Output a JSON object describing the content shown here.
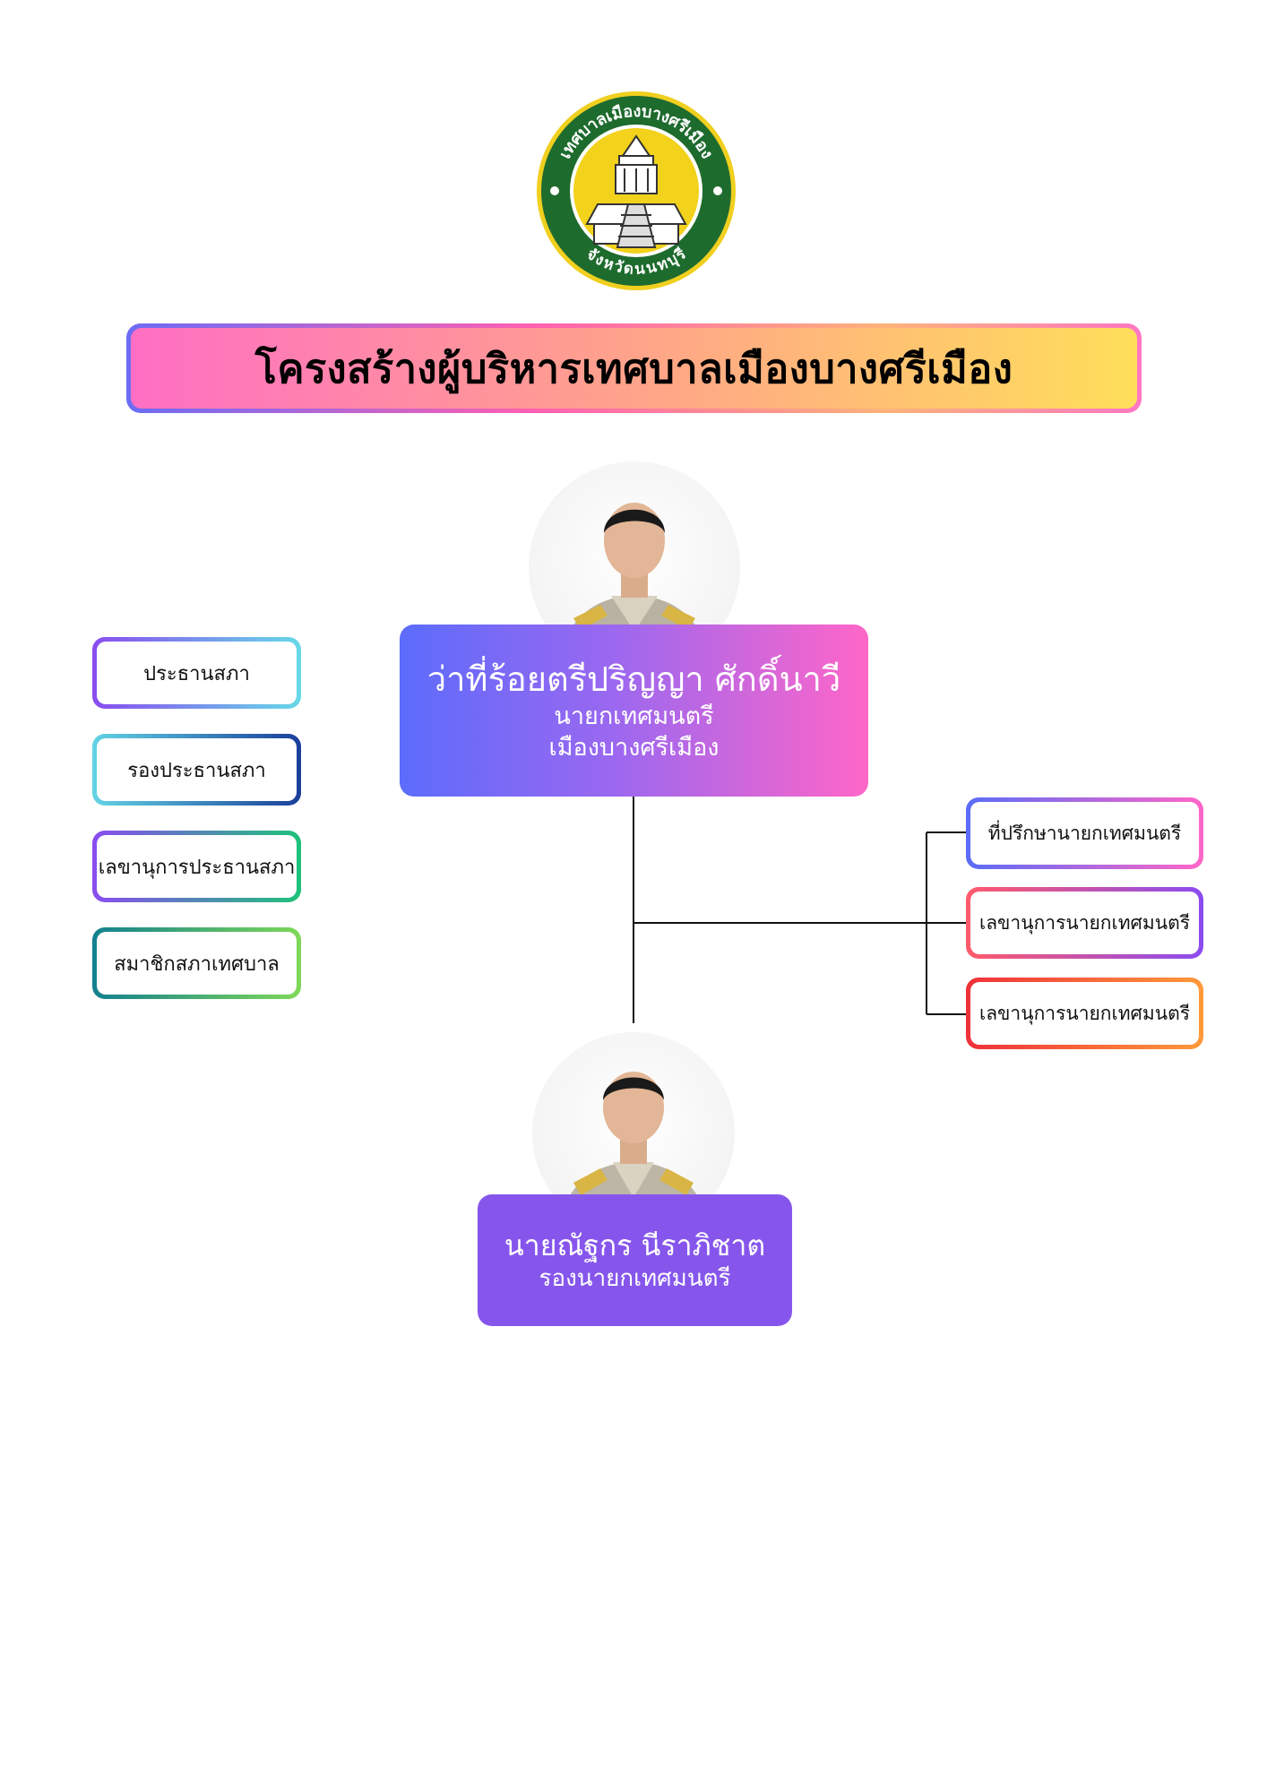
{
  "logo": {
    "ring_text_top": "เทศบาลเมืองบางศรีเมือง",
    "ring_text_bottom": "จังหวัดนนทบุรี",
    "colors": {
      "ring": "#1e6b2e",
      "inner": "#f2d21b",
      "outline": "#e9c917"
    }
  },
  "title": "โครงสร้างผู้บริหารเทศบาลเมืองบางศรีเมือง",
  "mayor": {
    "name": "ว่าที่ร้อยตรีปริญญา ศักดิ์นาวี",
    "position_line1": "นายกเทศมนตรี",
    "position_line2": "เมืองบางศรีเมือง"
  },
  "deputy": {
    "name": "นายณัฐกร นีราภิชาต",
    "position": "รองนายกเทศมนตรี"
  },
  "council": [
    {
      "label": "ประธานสภา"
    },
    {
      "label": "รองประธานสภา"
    },
    {
      "label": "เลขานุการประธานสภา"
    },
    {
      "label": "สมาชิกสภาเทศบาล"
    }
  ],
  "staff": [
    {
      "label": "ที่ปรึกษานายกเทศมนตรี"
    },
    {
      "label": "เลขานุการนายกเทศมนตรี"
    },
    {
      "label": "เลขานุการนายกเทศมนตรี"
    }
  ]
}
